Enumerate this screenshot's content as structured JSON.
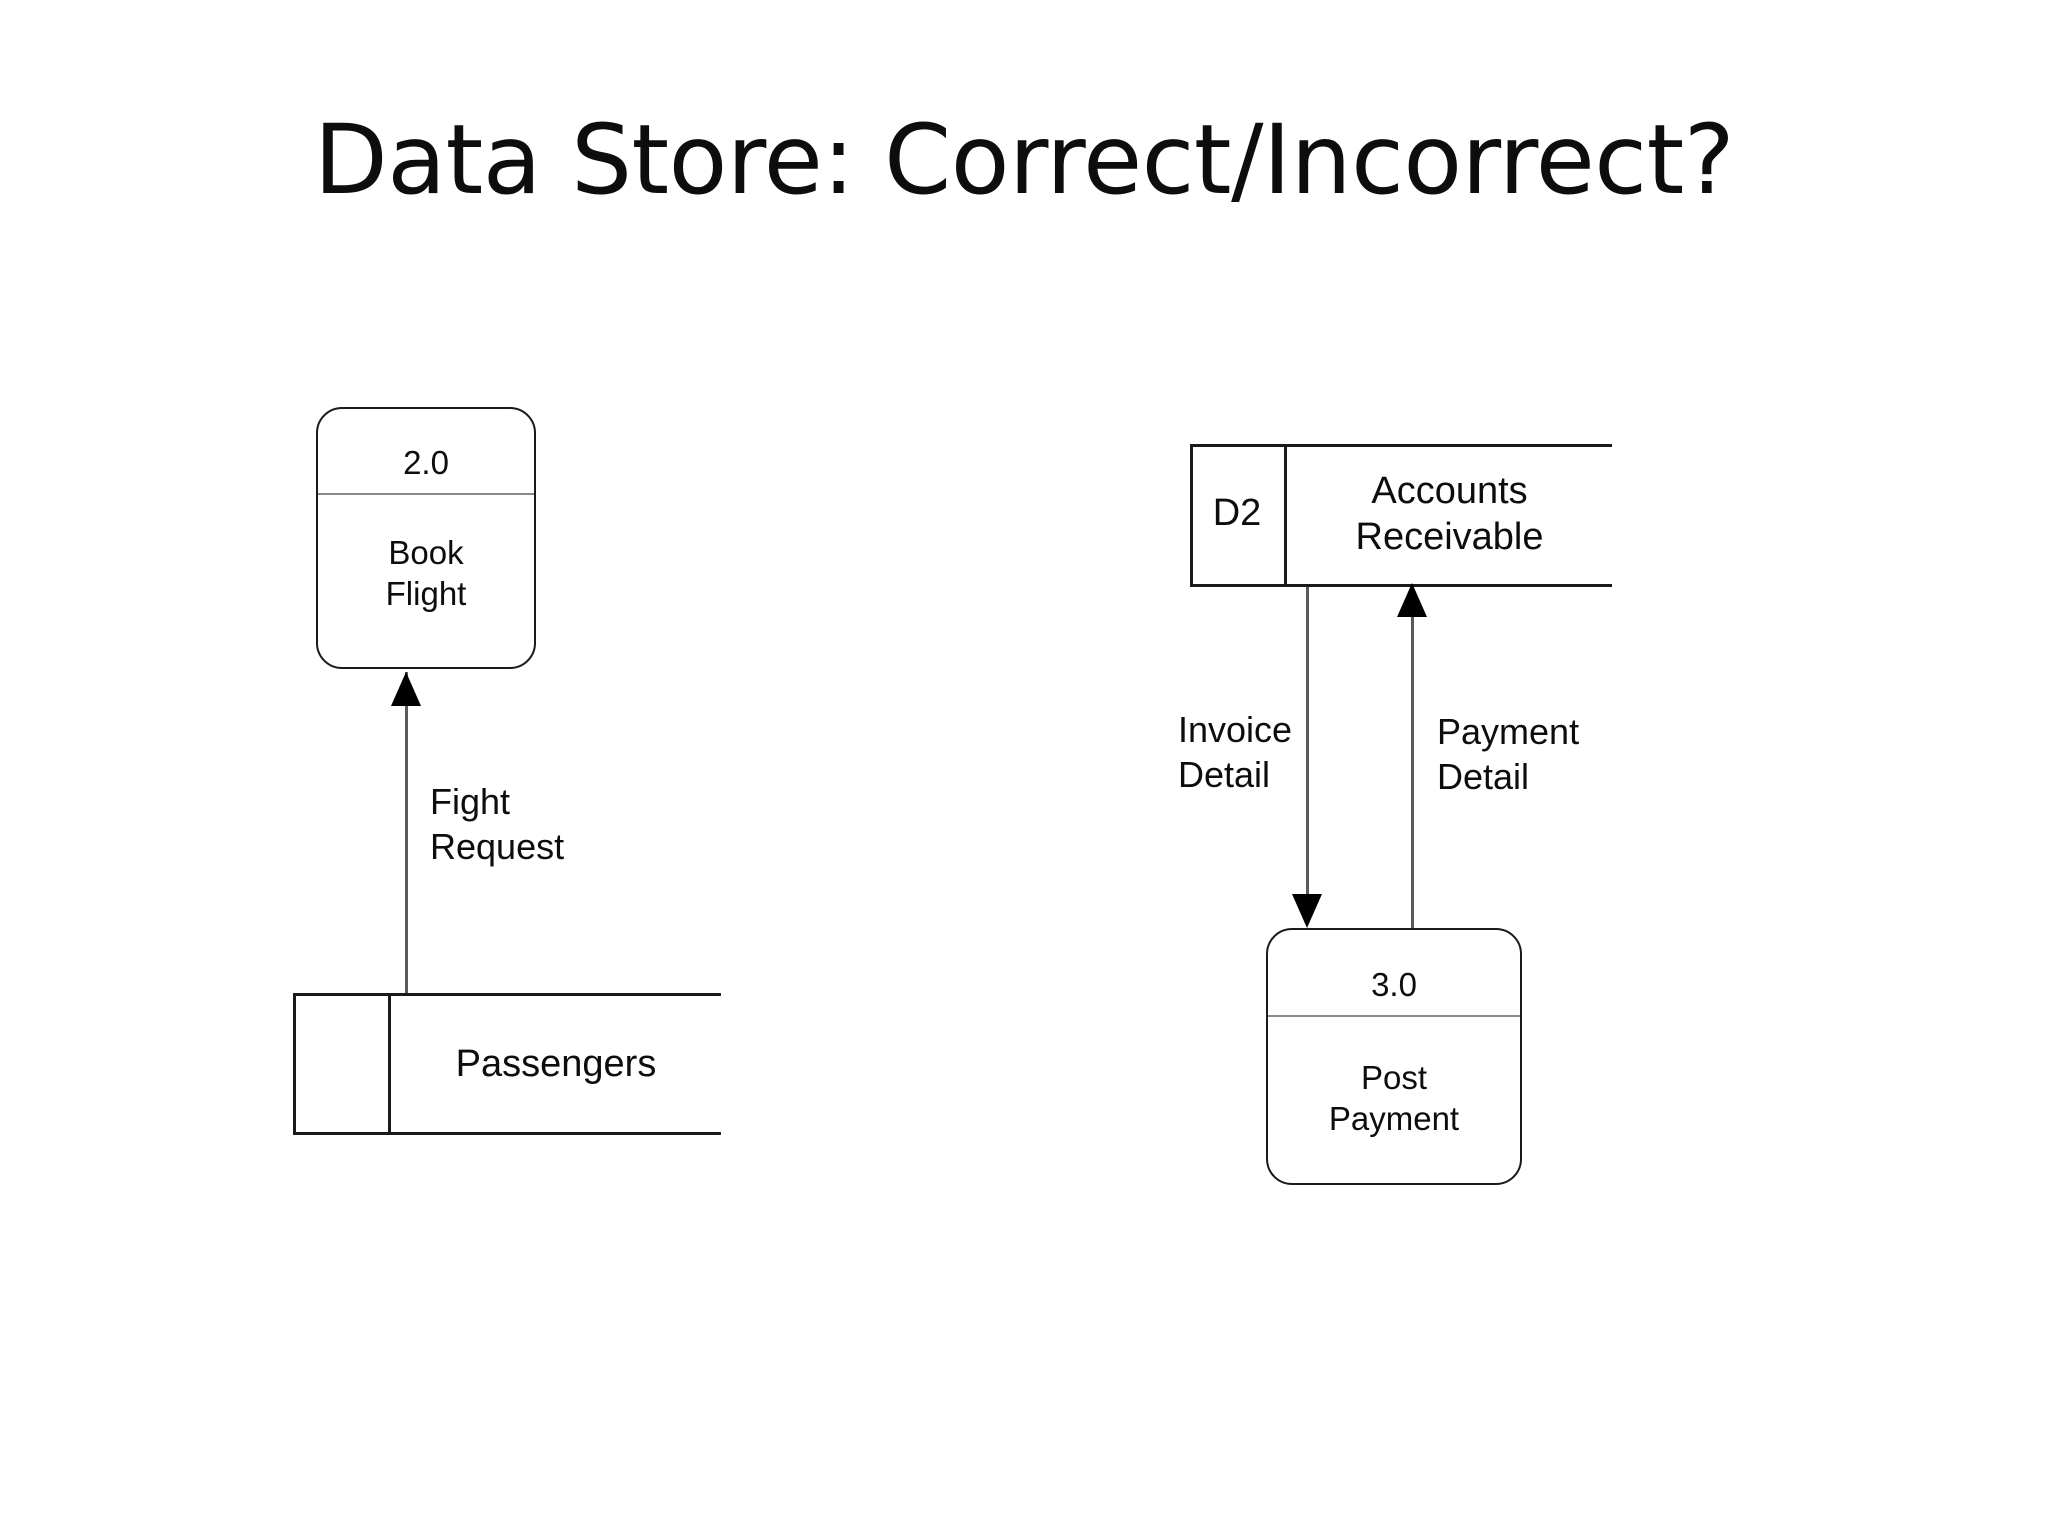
{
  "slide": {
    "title": "Data Store: Correct/Incorrect?",
    "background_color": "#ffffff",
    "text_color": "#0d0d0d",
    "line_color": "#1a1a1a",
    "connector_color": "#5a5a5a"
  },
  "diagram": {
    "type": "data-flow-diagram",
    "left_example": {
      "process": {
        "id": "2.0",
        "name": "Book\nFlight"
      },
      "data_store": {
        "id": "",
        "name": "Passengers"
      },
      "flow": {
        "label": "Fight\nRequest",
        "direction": "up",
        "from": "Passengers",
        "to": "2.0 Book Flight"
      }
    },
    "right_example": {
      "data_store": {
        "id": "D2",
        "name": "Accounts\nReceivable"
      },
      "process": {
        "id": "3.0",
        "name": "Post\nPayment"
      },
      "flows": [
        {
          "label": "Invoice\nDetail",
          "direction": "down",
          "from": "D2 Accounts Receivable",
          "to": "3.0 Post Payment"
        },
        {
          "label": "Payment\nDetail",
          "direction": "up",
          "from": "3.0 Post Payment",
          "to": "D2 Accounts Receivable"
        }
      ]
    }
  }
}
